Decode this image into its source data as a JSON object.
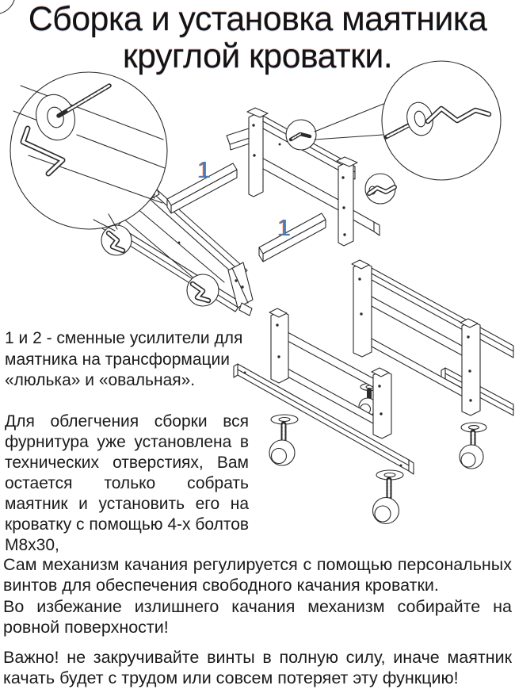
{
  "title": {
    "line1": "Сборка и установка маятника",
    "line2": "круглой кроватки."
  },
  "diagram": {
    "part_label_1a": "1",
    "part_label_1b": "1",
    "callouts": [
      "bolt-washer-allen-key-left",
      "bolt-washer-allen-key-right"
    ],
    "part_label_color": "#3d7cc7"
  },
  "text_blocks": {
    "parts_note": {
      "lines": [
        "1 и 2 - сменные усилители для",
        "маятника на трансформации",
        "«люлька» и «овальная»."
      ]
    },
    "assembly_note": {
      "lines": [
        "Для облегчения сборки вся",
        "фурнитура уже установлена в",
        "технических отверстиях, Вам",
        "остается только собрать",
        "маятник и установить его на",
        "кроватку с помощью 4-х болтов",
        "М8х30,"
      ]
    },
    "mechanism_note": {
      "lines": [
        "Сам механизм качания регулируется с помощью персональных",
        "винтов для обеспечения свободного качания кроватки.",
        "Во избежание излишнего качания механизм собирайте на",
        "ровной поверхности!"
      ]
    },
    "warning_note": {
      "lines": [
        "Важно! не закручивайте винты в полную силу, иначе маятник",
        "качать будет с трудом или совсем потеряет эту функцию!"
      ]
    }
  },
  "colors": {
    "ink": "#1b1b1b",
    "part_label": "#3d7cc7"
  }
}
